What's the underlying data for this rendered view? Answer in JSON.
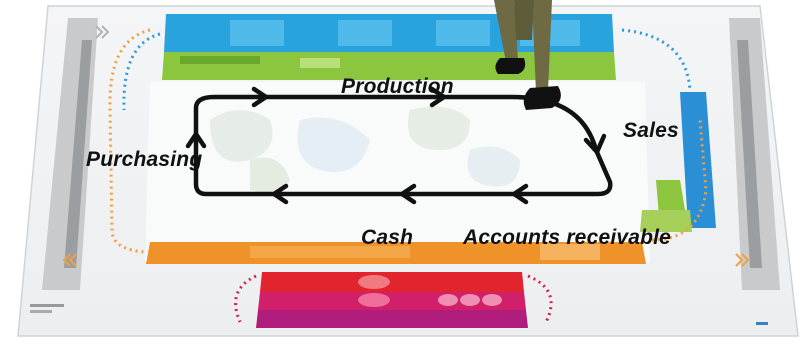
{
  "cycle_labels": {
    "production": "Production",
    "sales": "Sales",
    "purchasing": "Purchasing",
    "cash": "Cash",
    "accounts_receivable": "Accounts receivable"
  },
  "colors": {
    "top_band": "#2aa6de",
    "top_band_green": "#8cc63f",
    "bottom_band": "#f0922a",
    "side_blue": "#2b8fd6",
    "finance_red": "#e2242e",
    "finance_magenta": "#c4007a",
    "rail_grey": "#8a8a8a",
    "cycle_arrow": "#111111"
  }
}
